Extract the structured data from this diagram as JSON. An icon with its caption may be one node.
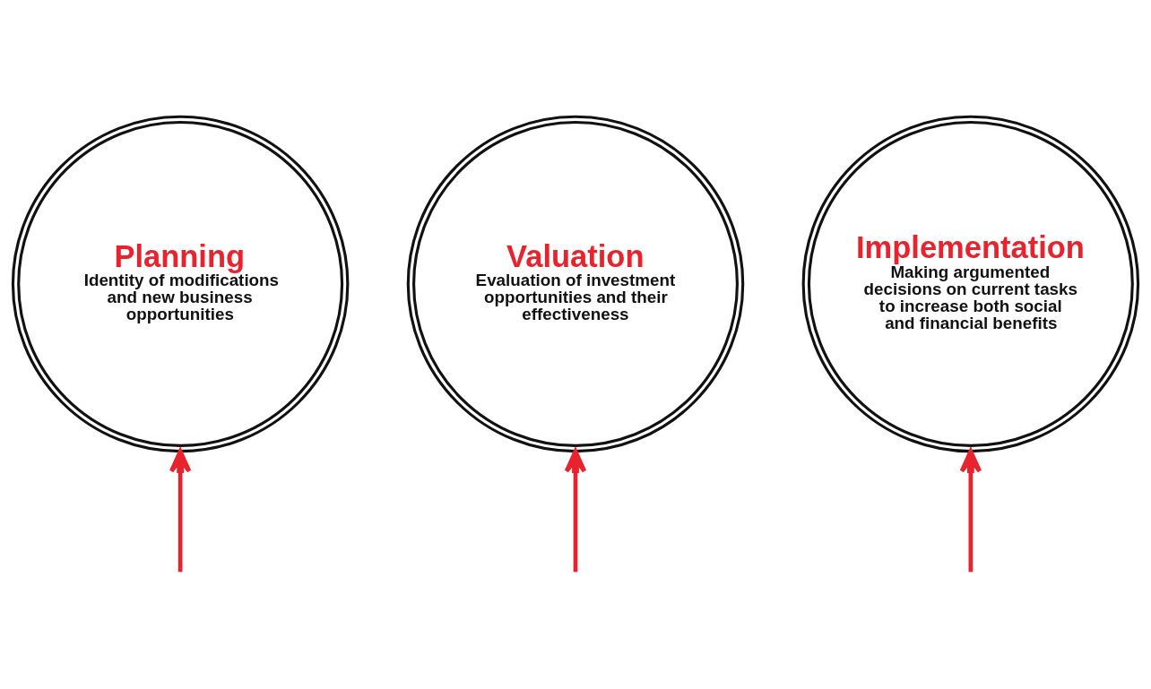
{
  "diagram": {
    "nodes": [
      {
        "text": [
          "Planning",
          "Identity of modifications and new business opportunities"
        ]
      },
      {
        "text": [
          "Valuation",
          "Evaluation of investment opportunities and their effectiveness"
        ]
      },
      {
        "text": [
          "Implementation",
          "Making argumented decisions on current tasks to increase both social and financial benefits"
        ]
      }
    ],
    "edges": [
      {
        "from": null,
        "to": 0,
        "arrow": "to"
      },
      {
        "from": null,
        "to": 1,
        "arrow": "to"
      },
      {
        "from": null,
        "to": 2,
        "arrow": "to"
      }
    ]
  }
}
